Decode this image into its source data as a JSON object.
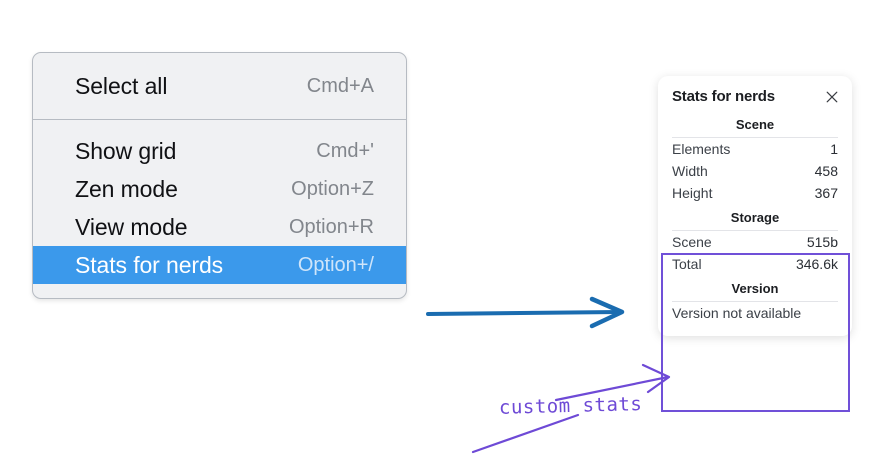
{
  "context_menu": {
    "groups": [
      {
        "items": [
          {
            "label": "Select all",
            "shortcut": "Cmd+A",
            "selected": false
          }
        ]
      },
      {
        "items": [
          {
            "label": "Show grid",
            "shortcut": "Cmd+'",
            "selected": false
          },
          {
            "label": "Zen mode",
            "shortcut": "Option+Z",
            "selected": false
          },
          {
            "label": "View mode",
            "shortcut": "Option+R",
            "selected": false
          },
          {
            "label": "Stats for nerds",
            "shortcut": "Option+/",
            "selected": true
          }
        ]
      }
    ],
    "highlight_color": "#3b99eb"
  },
  "stats_panel": {
    "title": "Stats for nerds",
    "close_icon": "close-icon",
    "sections": [
      {
        "heading": "Scene",
        "rows": [
          {
            "label": "Elements",
            "value": "1"
          },
          {
            "label": "Width",
            "value": "458"
          },
          {
            "label": "Height",
            "value": "367"
          }
        ]
      },
      {
        "heading": "Storage",
        "rows": [
          {
            "label": "Scene",
            "value": "515b"
          },
          {
            "label": "Total",
            "value": "346.6k"
          }
        ]
      },
      {
        "heading": "Version",
        "rows": [
          {
            "label": "Version not available",
            "value": ""
          }
        ]
      }
    ]
  },
  "annotations": {
    "handwritten_note": "custom stats",
    "note_color": "#6e4ad6",
    "highlight_border_color": "#7050d8",
    "blue_arrow_color": "#1a6cb0"
  }
}
